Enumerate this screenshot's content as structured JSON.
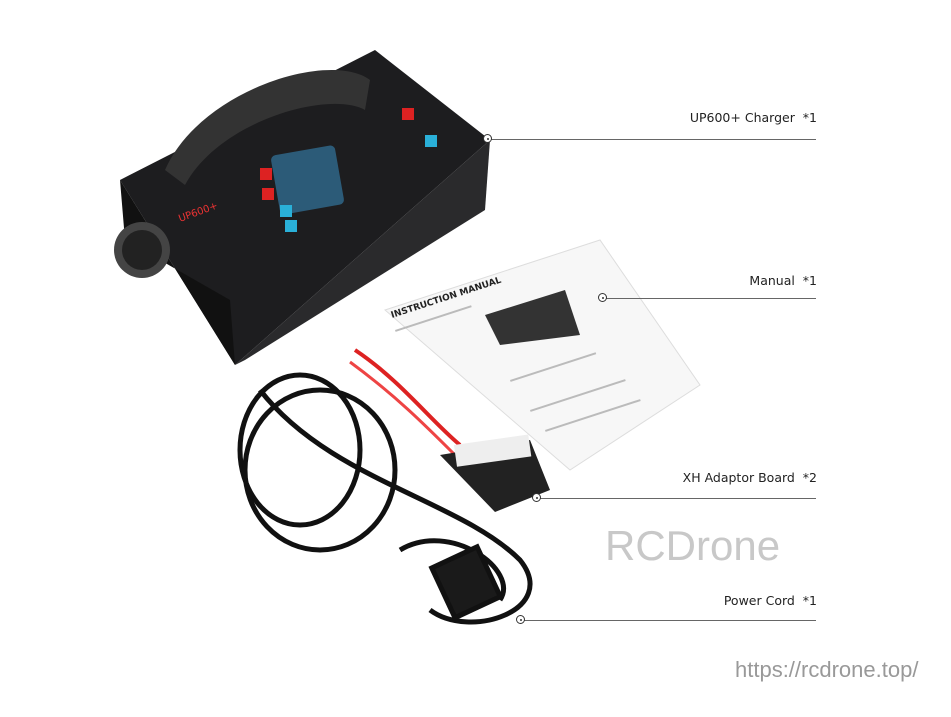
{
  "callouts": [
    {
      "label": "UP600+ Charger",
      "qty": "*1"
    },
    {
      "label": "Manual",
      "qty": "*1"
    },
    {
      "label": "XH Adaptor Board",
      "qty": "*2"
    },
    {
      "label": "Power Cord",
      "qty": "*1"
    }
  ],
  "manual_title": "INSTRUCTION MANUAL",
  "charger_model": "UP600+",
  "watermark": "RCDrone",
  "url": "https://rcdrone.top/"
}
